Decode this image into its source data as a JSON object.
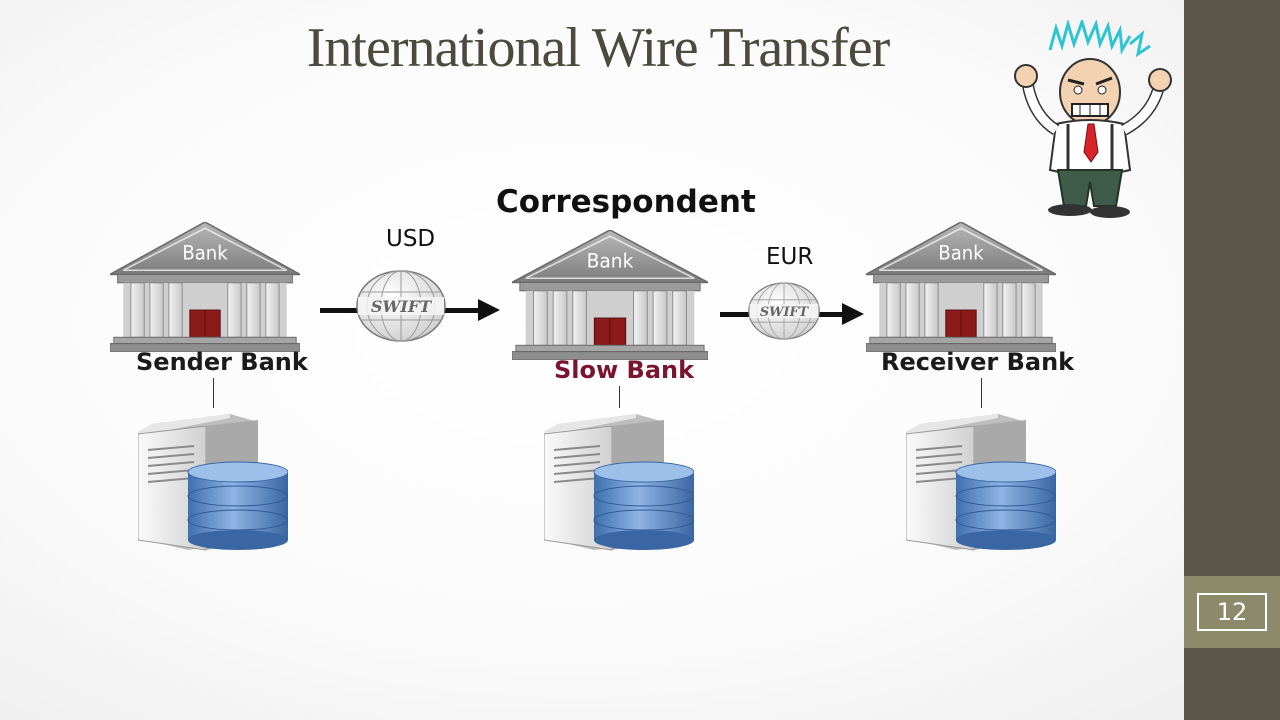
{
  "slide": {
    "title": "International Wire Transfer",
    "page_number": "12"
  },
  "banks": [
    {
      "sign": "Bank",
      "label": "Sender Bank"
    },
    {
      "sign": "Bank",
      "label": "Slow Bank"
    },
    {
      "sign": "Bank",
      "label": "Receiver Bank"
    }
  ],
  "correspondent_label": "Correspondent",
  "transfers": [
    {
      "currency": "USD",
      "network": "SWIFT"
    },
    {
      "currency": "EUR",
      "network": "SWIFT"
    }
  ],
  "colors": {
    "title": "#4b4a3c",
    "slow_bank_label": "#7a1430",
    "sidebar": "#5c5648",
    "page_box": "#8c8a6a",
    "bank_door": "#8b1a1a",
    "database": "#4f7fbf"
  }
}
